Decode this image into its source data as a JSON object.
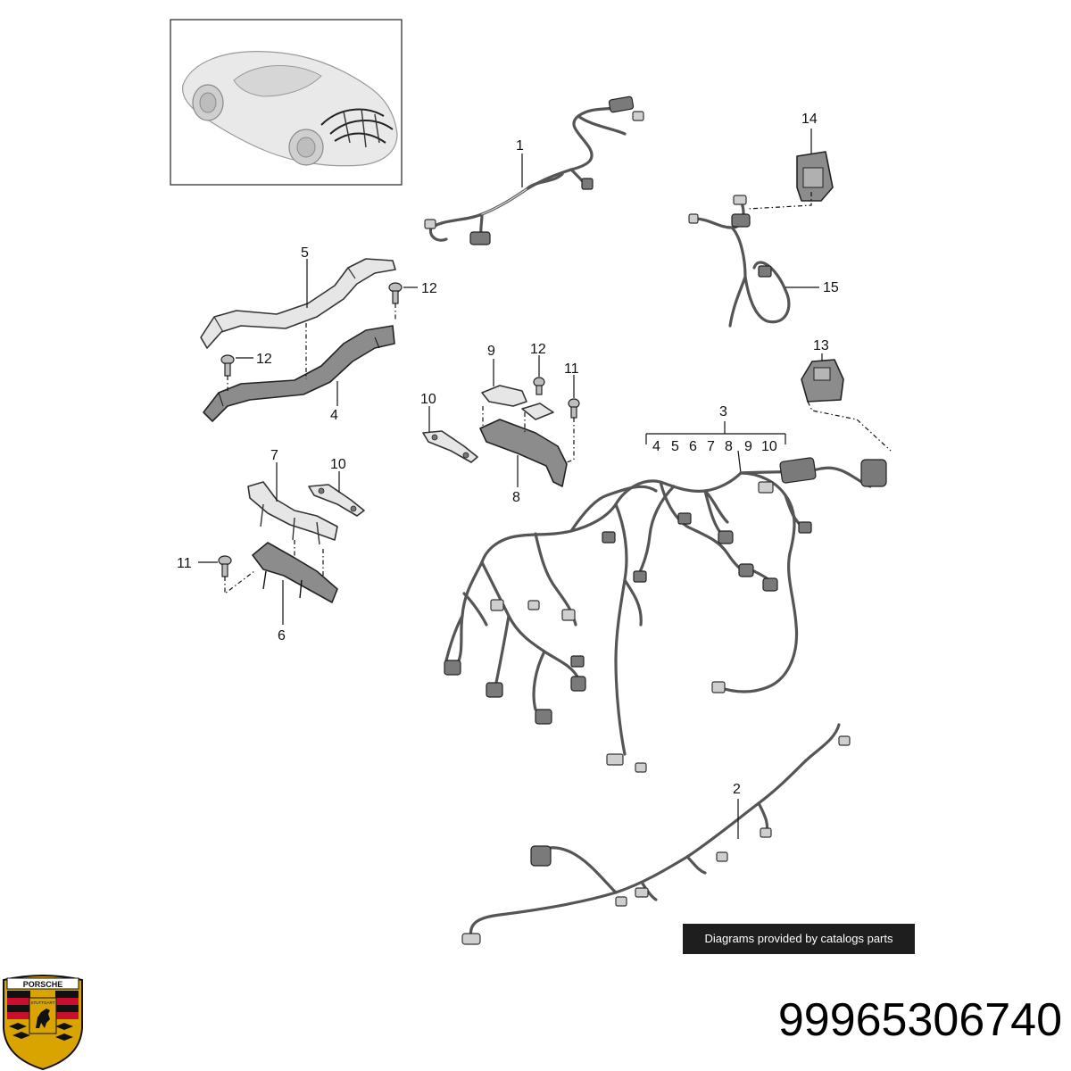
{
  "diagram": {
    "callouts": {
      "c1": "1",
      "c2": "2",
      "c3": "3",
      "c4": "4",
      "c5": "5",
      "c6": "6",
      "c7": "7",
      "c8": "8",
      "c9": "9",
      "c10a": "10",
      "c10b": "10",
      "c11a": "11",
      "c11b": "11",
      "c12a": "12",
      "c12b": "12",
      "c12c": "12",
      "c13": "13",
      "c14": "14",
      "c15": "15"
    },
    "sub_refs": [
      "4",
      "5",
      "6",
      "7",
      "8",
      "9",
      "10"
    ]
  },
  "credit": "Diagrams provided by catalogs parts",
  "part_number": "99965306740",
  "logo": {
    "name": "porsche-crest",
    "wordmark": "PORSCHE",
    "city": "STUTTGART",
    "colors": {
      "gold": "#d9a400",
      "red": "#c8102e",
      "black": "#111111"
    }
  }
}
